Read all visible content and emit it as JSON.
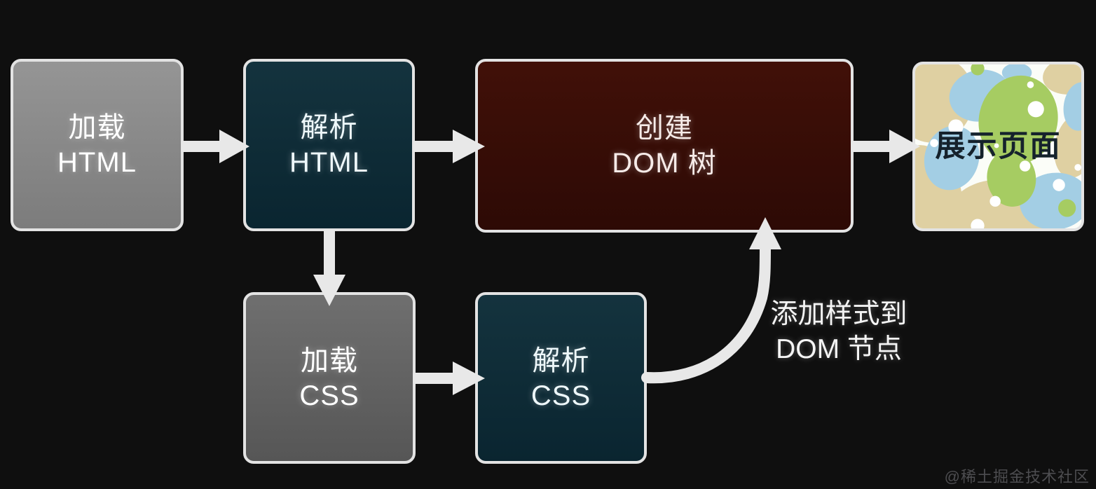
{
  "diagram_title": "",
  "nodes": {
    "load_html": {
      "line1": "加载",
      "line2": "HTML"
    },
    "parse_html": {
      "line1": "解析",
      "line2": "HTML"
    },
    "create_dom": {
      "line1": "创建",
      "line2": "DOM 树"
    },
    "display_page": {
      "label": "展示页面"
    },
    "load_css": {
      "line1": "加载",
      "line2": "CSS"
    },
    "parse_css": {
      "line1": "解析",
      "line2": "CSS"
    }
  },
  "connections": [
    {
      "from": "load_html",
      "to": "parse_html",
      "shape": "straight-right"
    },
    {
      "from": "parse_html",
      "to": "create_dom",
      "shape": "straight-right"
    },
    {
      "from": "create_dom",
      "to": "display_page",
      "shape": "straight-right"
    },
    {
      "from": "parse_html",
      "to": "load_css",
      "shape": "straight-down"
    },
    {
      "from": "load_css",
      "to": "parse_css",
      "shape": "straight-right"
    },
    {
      "from": "parse_css",
      "to": "create_dom",
      "shape": "curved-up",
      "label": "添加样式到 DOM 节点"
    }
  ],
  "annotation": {
    "line1": "添加样式到",
    "line2": "DOM 节点"
  },
  "watermark": {
    "label": "@稀土掘金技术社区"
  },
  "colors": {
    "background": "#0f0f0f",
    "node_border": "#e3e3e3",
    "arrow": "#e8e8e8",
    "node_load_html_bg": "#8a8a8a",
    "node_load_css_bg": "#636363",
    "node_teal_bg": "#0d2c36",
    "node_maroon_bg": "#3a0d07",
    "node_text": "#ffffff",
    "display_text": "#15222c",
    "pattern_bg": "#fbfdf8",
    "pattern_blue": "#a3cee4",
    "pattern_tan": "#dfd0a2",
    "pattern_green": "#a6cc62",
    "annotation_text": "#f4f4f4",
    "watermark_text": "#4d4d50"
  }
}
